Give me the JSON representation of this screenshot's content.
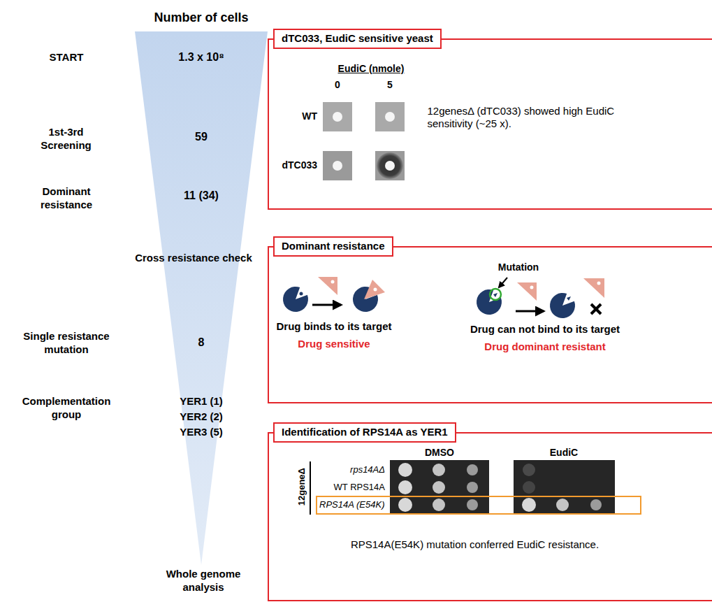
{
  "diagram": {
    "nodes": [
      {
        "text": [
          "1.3 x 10⁸",
          "59",
          "11 (34)",
          "8",
          "YER1 (1)",
          "YER2 (2)",
          "YER3 (5)"
        ]
      },
      {
        "text": [
          "dTC033, EudiC sensitive yeast",
          "12genesΔ (dTC033) showed high EudiC sensitivity (~25 x)."
        ]
      },
      {
        "text": [
          "Dominant resistance"
        ]
      },
      {
        "text": [
          "Identification of RPS14A as YER1",
          "RPS14A(E54K) mutation conferred EudiC resistance."
        ]
      },
      {
        "text": [
          "RPS14A (E54K)"
        ],
        "in": 3
      }
    ],
    "labels": [
      "Number of cells",
      "START",
      "1st-3rd Screening",
      "Dominant resistance",
      "Cross resistance check",
      "Single resistance mutation",
      "Complementation group",
      "Whole genome analysis",
      "EudiC (nmole)",
      "0",
      "5",
      "WT",
      "dTC033",
      "Mutation",
      "Drug binds to its target",
      "Drug sensitive",
      "Drug can not bind to its target",
      "Drug dominant resistant",
      "DMSO",
      "EudiC",
      "12geneΔ",
      "rps14AΔ",
      "WT RPS14A"
    ]
  }
}
